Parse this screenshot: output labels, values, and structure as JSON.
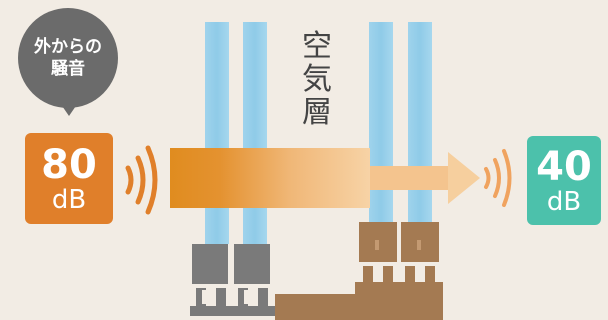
{
  "bubble": {
    "line1": "外からの",
    "line2": "騒音"
  },
  "input_db": {
    "value": "80",
    "unit": "dB"
  },
  "output_db": {
    "value": "40",
    "unit": "dB"
  },
  "air_layer_label": "空気層",
  "colors": {
    "noise_orange": "#e07f2a",
    "reduced_teal": "#4cc1ab",
    "glass_blue": "#9fd3ec",
    "frame_gray": "#7a7a7a",
    "frame_brown": "#a47a52",
    "bubble_gray": "#6b6b6b"
  }
}
